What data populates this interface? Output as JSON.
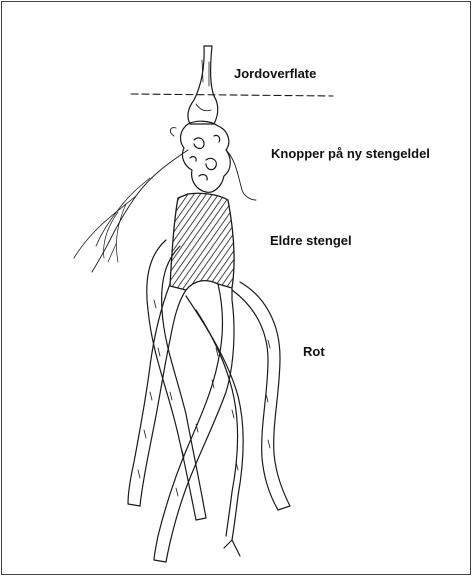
{
  "labels": {
    "soil_surface": "Jordoverflate",
    "buds": "Knopper på ny stengeldel",
    "older_stem": "Eldre stengel",
    "root": "Rot"
  },
  "colors": {
    "line": "#1a1a1a",
    "background": "#ffffff",
    "frame": "#444444"
  }
}
